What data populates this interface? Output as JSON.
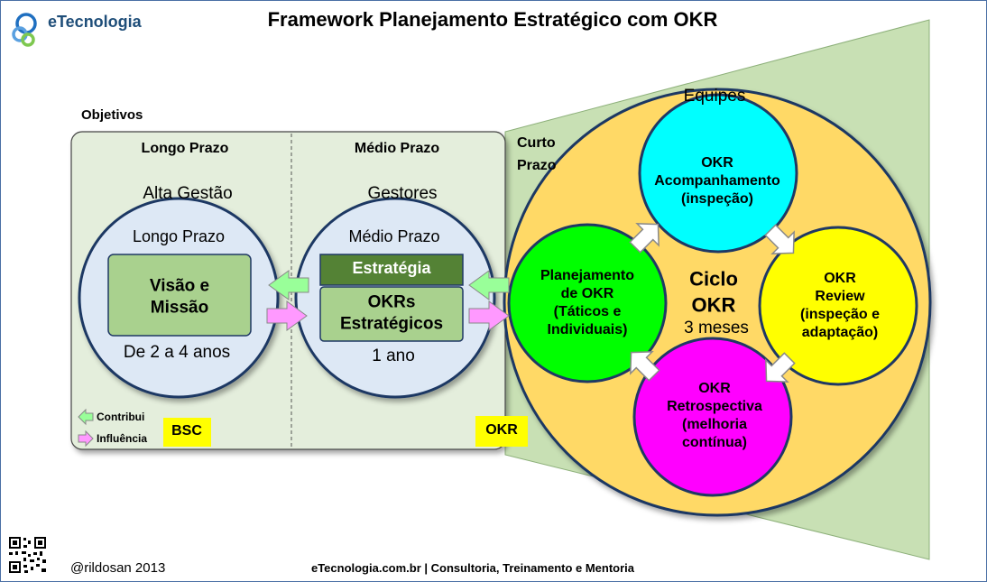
{
  "header": {
    "logo_text": "eTecnologia",
    "title": "Framework Planejamento Estratégico com OKR"
  },
  "objetivos_label": "Objetivos",
  "longo": {
    "column_label": "Longo Prazo",
    "audience": "Alta Gestão",
    "circle_title": "Longo Prazo",
    "box_lines": [
      "Visão e",
      "Missão"
    ],
    "duration": "De 2 a 4 anos"
  },
  "medio": {
    "column_label": "Médio Prazo",
    "audience": "Gestores",
    "circle_title": "Médio Prazo",
    "strategy_label": "Estratégia",
    "okr_lines": [
      "OKRs",
      "Estratégicos"
    ],
    "duration": "1 ano"
  },
  "curto": {
    "label_lines": [
      "Curto",
      "Prazo"
    ],
    "audience": "Equipes",
    "center_title_lines": [
      "Ciclo",
      "OKR"
    ],
    "center_duration": "3 meses",
    "nodes": {
      "acompanhamento": [
        "OKR",
        "Acompanhamento",
        "(inspeção)"
      ],
      "review": [
        "OKR",
        "Review",
        "(inspeção e",
        "adaptação)"
      ],
      "retrospectiva": [
        "OKR",
        "Retrospectiva",
        "(melhoria",
        "contínua)"
      ],
      "planejamento": [
        "Planejamento",
        "de OKR",
        "(Táticos e",
        "Individuais)"
      ]
    }
  },
  "legend": {
    "contribui": "Contribui",
    "influencia": "Influência"
  },
  "tags": {
    "bsc": "BSC",
    "okr": "OKR"
  },
  "footer": {
    "author": "@rildosan 2013",
    "site": "eTecnologia.com.br | Consultoria, Treinamento e Mentoria"
  },
  "colors": {
    "panel_green": "#c8e0b4",
    "panel_light": "#e4eedc",
    "circle_fill": "#dde8f5",
    "circle_border": "#1f3864",
    "inner_box": "#a9d18e",
    "strategy_box": "#548235",
    "orange": "#ffd966",
    "cyan": "#00ffff",
    "yellow": "#ffff00",
    "magenta": "#ff00ff",
    "green_node": "#00ff00",
    "arrow_green": "#99ff99",
    "arrow_pink": "#ff99ff",
    "tag_yellow": "#ffff00"
  }
}
